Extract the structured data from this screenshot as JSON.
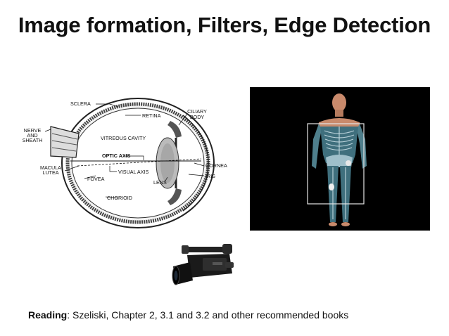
{
  "slide": {
    "title": "Image formation, Filters, Edge Detection",
    "reading_label": "Reading",
    "reading_text": ": Szeliski, Chapter 2, 3.1 and 3.2 and other recommended books"
  },
  "eye_diagram": {
    "labels": {
      "sclera": "SCLERA",
      "retina": "RETINA",
      "ciliary_body_1": "CILIARY",
      "ciliary_body_2": "BODY",
      "nerve_1": "NERVE",
      "nerve_2": "AND",
      "nerve_3": "SHEATH",
      "vitreous": "VITREOUS CAVITY",
      "optic_axis": "OPTIC AXIS",
      "cornea": "CORNEA",
      "macula_1": "MACULA",
      "macula_2": "LUTEA",
      "visual_axis": "VISUAL AXIS",
      "iris": "IRIS",
      "fovea": "FOVEA",
      "lens": "LENS",
      "chorioid": "CHORIOID"
    }
  },
  "icons": {
    "eye": "eye-anatomy-diagram",
    "xray": "body-xray-image",
    "camera": "camcorder-icon"
  }
}
